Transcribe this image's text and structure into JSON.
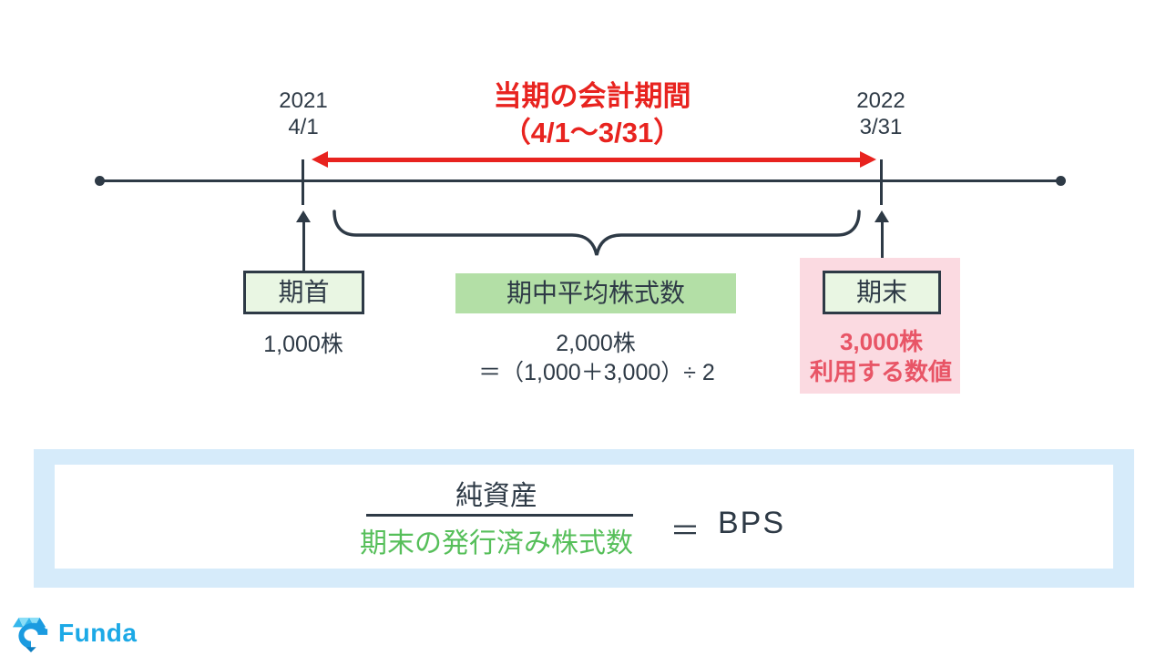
{
  "diagram": {
    "title": {
      "line1": "当期の会計期間",
      "line2": "（4/1～3/31）",
      "color": "#e8231f"
    },
    "timeline": {
      "start_label": {
        "year": "2021",
        "date": "4/1"
      },
      "end_label": {
        "year": "2022",
        "date": "3/31"
      },
      "line_color": "#2e3a46"
    },
    "period_start": {
      "label": "期首",
      "value": "1,000株",
      "box_fill": "#e9f6e3"
    },
    "period_average": {
      "label": "期中平均株式数",
      "value": "2,000株",
      "formula": "＝（1,000＋3,000）÷ 2",
      "box_fill": "#b3dfa6"
    },
    "period_end": {
      "label": "期末",
      "value": "3,000株",
      "note": "利用する数値",
      "highlight_fill": "#fbdae1",
      "text_color": "#e85566"
    }
  },
  "formula": {
    "numerator": "純資産",
    "denominator": "期末の発行済み株式数",
    "denominator_color": "#56bf5a",
    "equals": "＝",
    "result": "BPS",
    "band_color": "#d6ebfa"
  },
  "footer": {
    "brand": "Funda",
    "brand_color": "#1ca9e6"
  }
}
